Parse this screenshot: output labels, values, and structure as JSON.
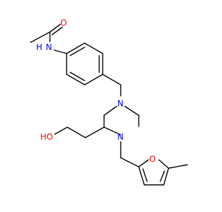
{
  "molecule": {
    "atom_labels": {
      "O_amide": "O",
      "N_amide": "N",
      "H_amide": "H",
      "N_top": "N",
      "N_bottom": "N",
      "HO": "HO",
      "O_furan": "O"
    },
    "colors": {
      "bond": "#000000",
      "oxygen": "#ff0000",
      "nitrogen": "#0000ff",
      "background": "#ffffff"
    }
  }
}
